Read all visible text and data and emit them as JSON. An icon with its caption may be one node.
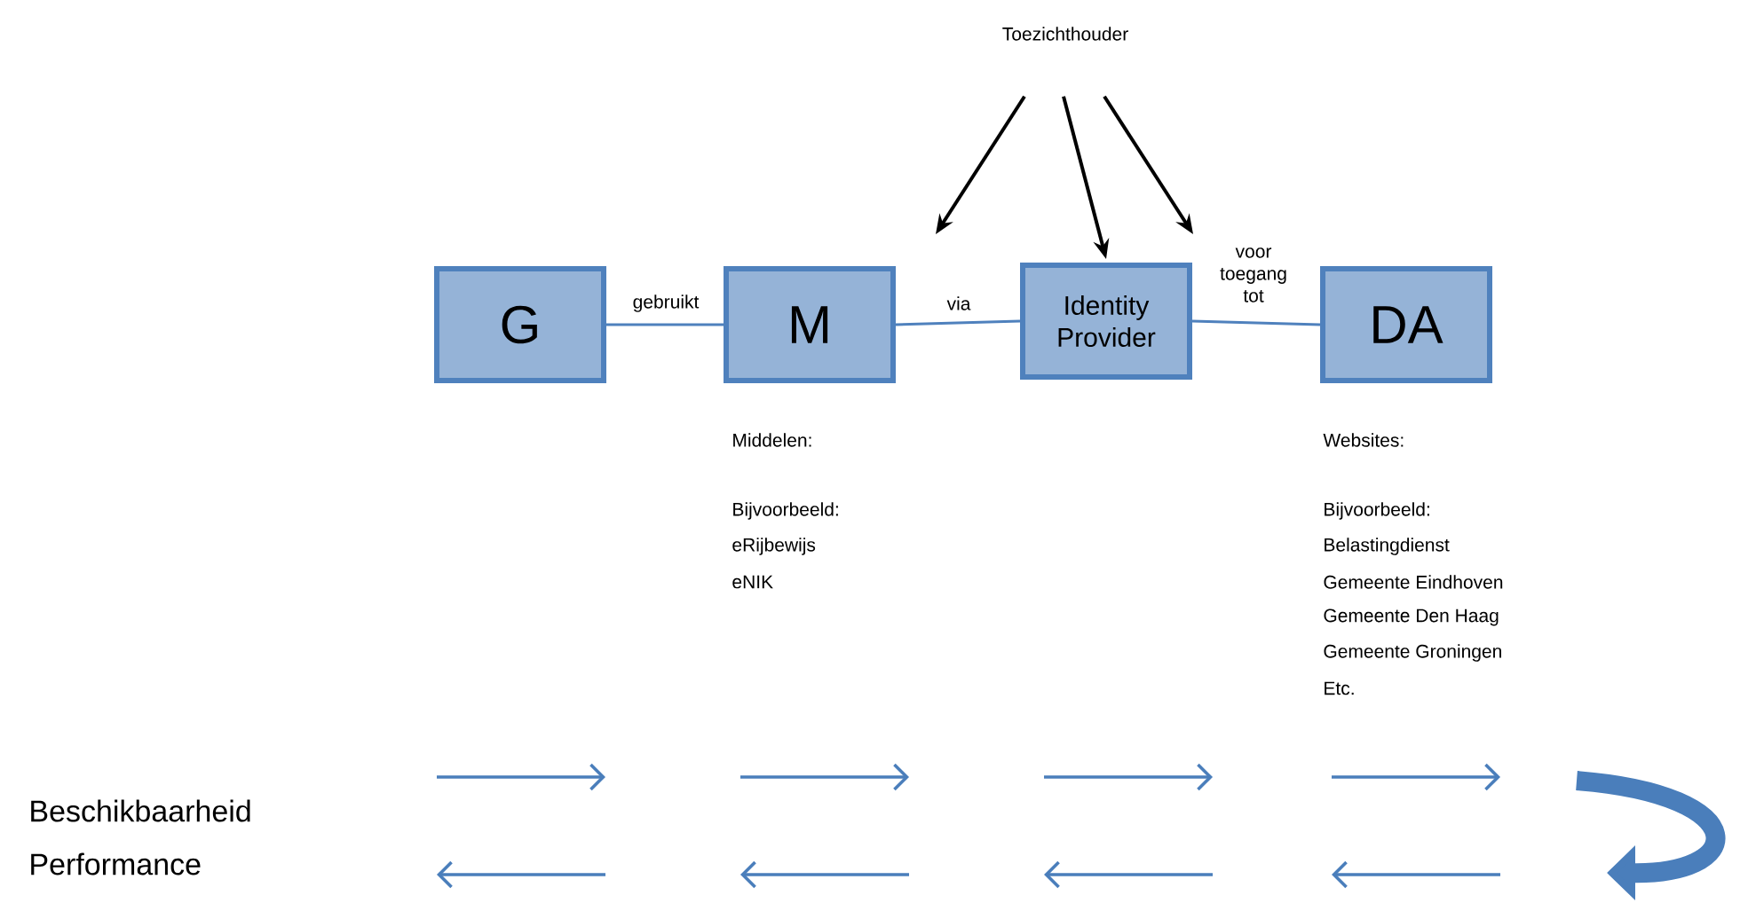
{
  "diagram": {
    "nodes": [
      {
        "text": [
          "Toezichthouder"
        ]
      },
      {
        "text": [
          "G"
        ]
      },
      {
        "text": [
          "M"
        ]
      },
      {
        "text": [
          "Identity Provider"
        ]
      },
      {
        "text": [
          "DA"
        ]
      }
    ],
    "edges": [
      {
        "from": 0,
        "to": null,
        "arrow": "to"
      },
      {
        "from": 0,
        "to": 3,
        "arrow": "to"
      },
      {
        "from": 0,
        "to": null,
        "arrow": "to"
      },
      {
        "from": 1,
        "to": 2,
        "arrow": "none",
        "label": "gebruikt",
        "color": "#4f81bd"
      },
      {
        "from": 2,
        "to": 3,
        "arrow": "none",
        "label": "via",
        "color": "#4f81bd"
      },
      {
        "from": 3,
        "to": 4,
        "arrow": "none",
        "label": "voor toegang tot",
        "color": "#4f81bd"
      }
    ],
    "labels": [
      "Middelen:",
      "Bijvoorbeeld:",
      "eRijbewijs",
      "eNIK",
      "Websites:",
      "Bijvoorbeeld:",
      "Belastingdienst",
      "Gemeente Eindhoven",
      "Gemeente Den Haag",
      "Gemeente Groningen",
      "Etc.",
      "Beschikbaarheid",
      "Performance"
    ]
  }
}
